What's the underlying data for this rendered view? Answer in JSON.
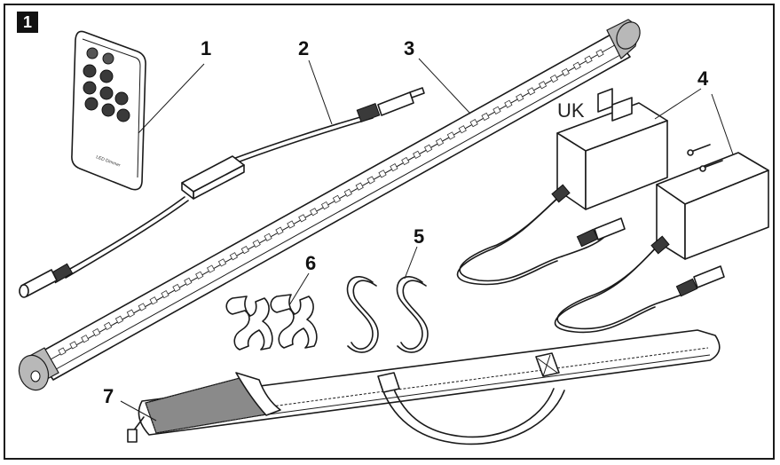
{
  "figure": {
    "step_badge": "1",
    "callouts": {
      "remote": "1",
      "dimmer_cable": "2",
      "led_tube": "3",
      "power_adapter": "4",
      "s_hooks": "5",
      "clips": "6",
      "storage_bag": "7"
    },
    "uk_label": "UK",
    "remote_text": "LED Dimmer"
  }
}
